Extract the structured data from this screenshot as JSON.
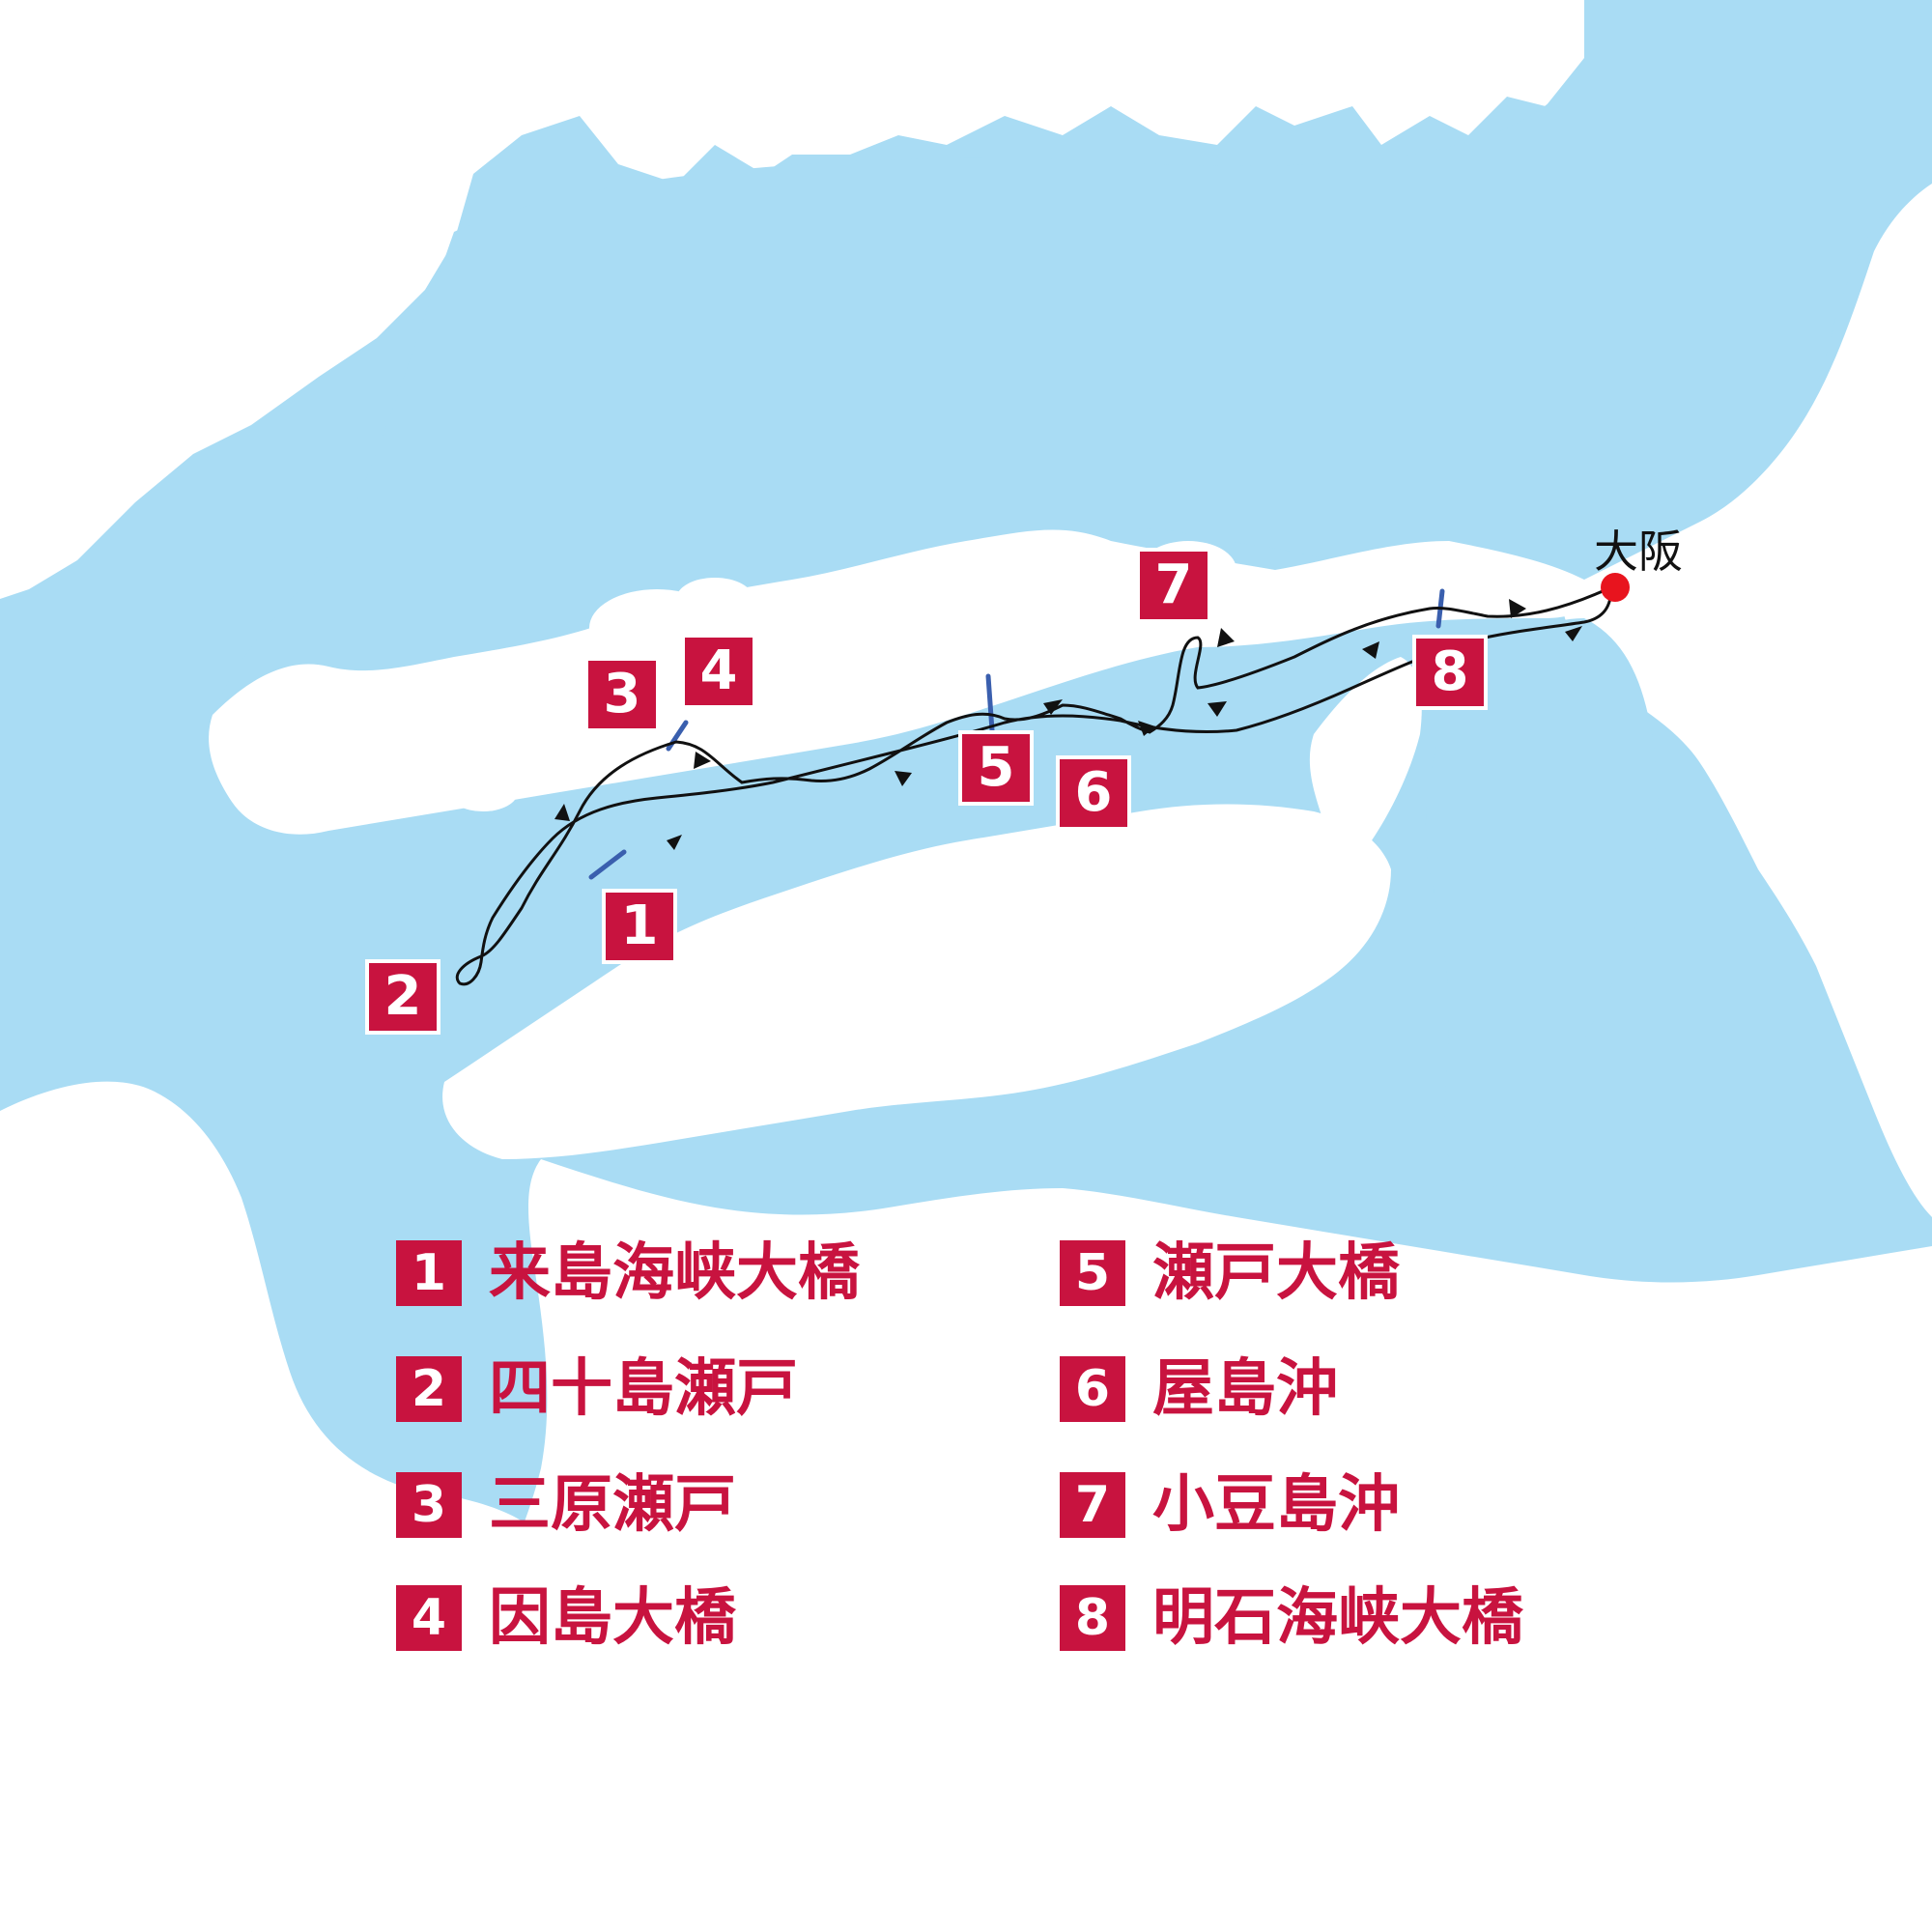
{
  "colors": {
    "sea": "#a9dcf4",
    "land": "#ffffff",
    "accent": "#c8133f",
    "bridge": "#3a5fae",
    "route": "#111111",
    "city_dot": "#e8141e"
  },
  "city": {
    "name": "大阪"
  },
  "markers": [
    {
      "num": "1"
    },
    {
      "num": "2"
    },
    {
      "num": "3"
    },
    {
      "num": "4"
    },
    {
      "num": "5"
    },
    {
      "num": "6"
    },
    {
      "num": "7"
    },
    {
      "num": "8"
    }
  ],
  "legend": [
    {
      "num": "1",
      "label": "来島海峡大橋"
    },
    {
      "num": "2",
      "label": "四十島瀬戸"
    },
    {
      "num": "3",
      "label": "三原瀬戸"
    },
    {
      "num": "4",
      "label": "因島大橋"
    },
    {
      "num": "5",
      "label": "瀬戸大橋"
    },
    {
      "num": "6",
      "label": "屋島沖"
    },
    {
      "num": "7",
      "label": "小豆島沖"
    },
    {
      "num": "8",
      "label": "明石海峡大橋"
    }
  ]
}
